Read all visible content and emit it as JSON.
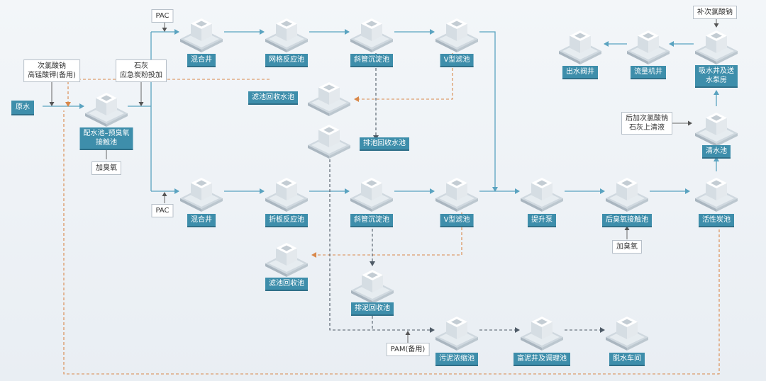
{
  "source": "原水",
  "nodes": {
    "mixtank": "配水池–预臭氧\n接触池",
    "mix1": "混合井",
    "grid": "网格反应池",
    "incline1": "斜管沉淀池",
    "v1": "V型滤池",
    "filter_recov_top": "滤池回收水池",
    "drain_recov": "排池回收水池",
    "mix2": "混合井",
    "fold": "折板反应池",
    "incline2": "斜管沉淀池",
    "v2": "V型滤池",
    "lift": "提升泵",
    "post_ozone": "后臭氧接触池",
    "carbon": "活性炭池",
    "clear": "清水池",
    "suction": "吸水井及送\n水泵房",
    "flowwell": "流量机井",
    "outvalve": "出水阀井",
    "filter_recov_mid": "滤池回收池",
    "sludge_recov": "排泥回收池",
    "thicken": "污泥浓缩池",
    "sludge_well": "富泥井及调理池",
    "dewater": "脱水车间"
  },
  "notes": {
    "chem1": "次氯酸钠\n高锰酸钾(备用)",
    "ozone1": "加臭氧",
    "lime": "石灰\n应急炭粉投加",
    "pac1": "PAC",
    "pac2": "PAC",
    "ozone2": "加臭氧",
    "post_chem": "后加次氯酸钠\n石灰上清液",
    "top_chem": "补次氯酸钠",
    "pam": "PAM(备用)"
  },
  "colors": {
    "flow": "#5aa3c0",
    "recycle": "#d9884a",
    "sludge": "#5b6672",
    "label_bg": "#3e8eab"
  }
}
